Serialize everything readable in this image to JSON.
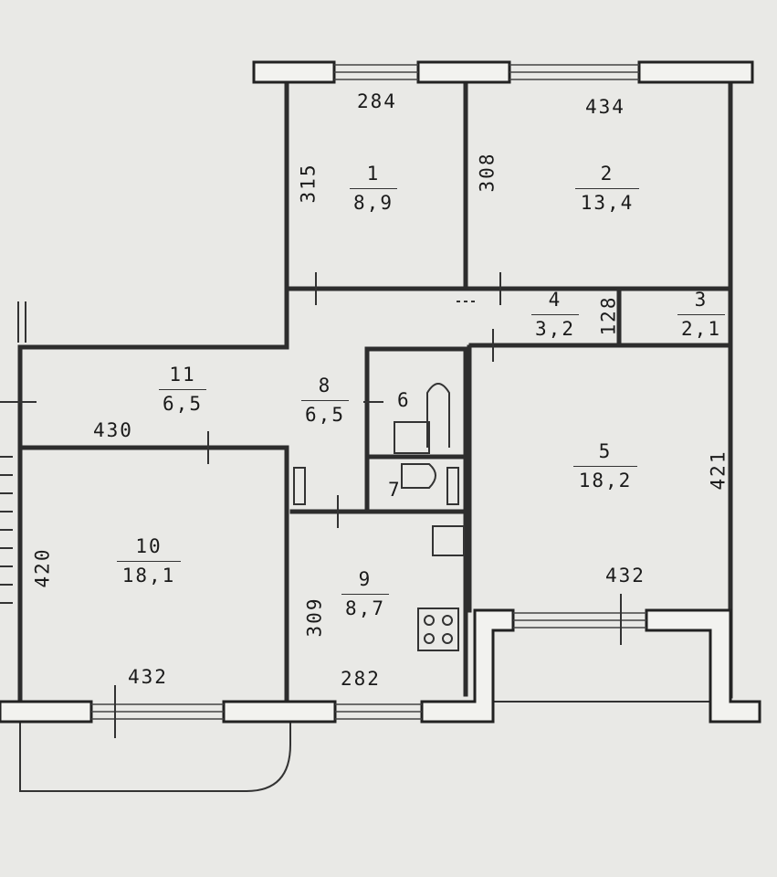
{
  "rooms": [
    {
      "num": "1",
      "area": "8,9"
    },
    {
      "num": "2",
      "area": "13,4"
    },
    {
      "num": "3",
      "area": "2,1"
    },
    {
      "num": "4",
      "area": "3,2"
    },
    {
      "num": "5",
      "area": "18,2"
    },
    {
      "num": "6",
      "area": ""
    },
    {
      "num": "7",
      "area": ""
    },
    {
      "num": "8",
      "area": "6,5"
    },
    {
      "num": "9",
      "area": "8,7"
    },
    {
      "num": "10",
      "area": "18,1"
    },
    {
      "num": "11",
      "area": "6,5"
    }
  ],
  "dimensions": {
    "top_left": "284",
    "top_right": "434",
    "room1_height": "315",
    "room2_height": "308",
    "room4_width": "128",
    "room11_width": "430",
    "room10_height": "420",
    "room5_height": "421",
    "room5_width": "432",
    "room9_height": "309",
    "room10_width": "432",
    "room9_width": "282"
  }
}
